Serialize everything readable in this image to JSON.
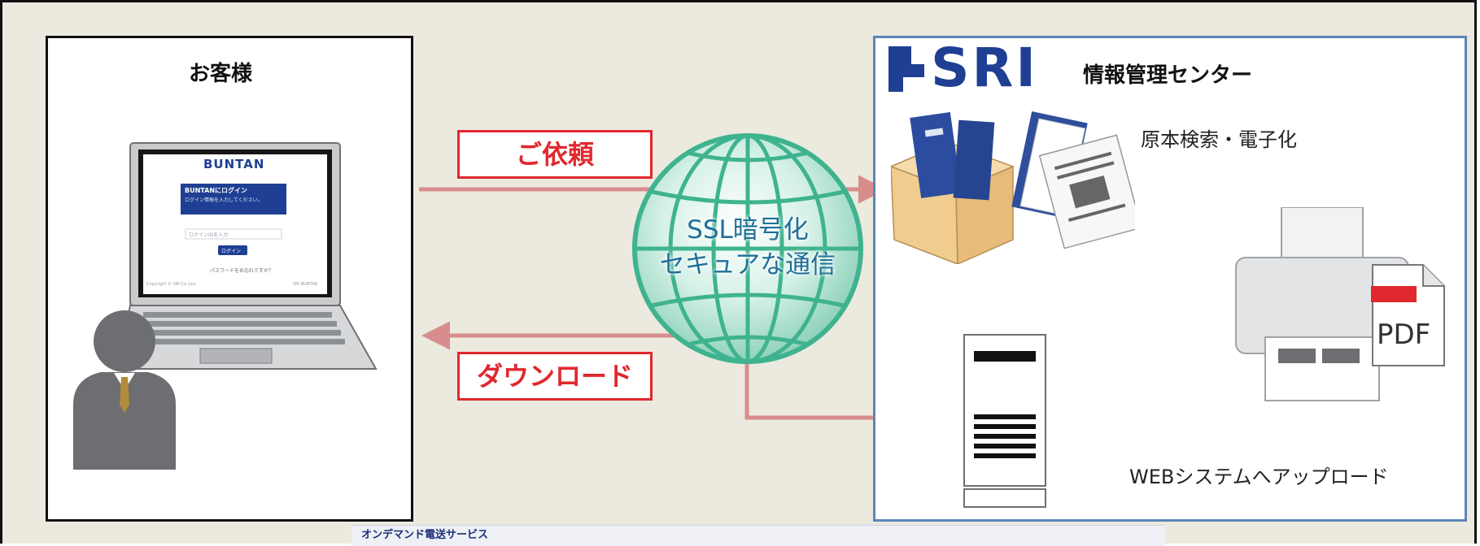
{
  "customer": {
    "title": "お客様"
  },
  "laptop_screen": {
    "brand": "BUNTAN",
    "login_title": "BUNTANにログイン",
    "login_sub": "ログイン情報を入力してください。",
    "input_placeholder": "ログインIDを入力",
    "login_button": "ログイン",
    "forgot": "パスワードをお忘れですか？",
    "footer_left": "Copyright © SRI Co.,Ltd.",
    "footer_right": "SRI BUNTAN"
  },
  "flow": {
    "request_label": "ご依頼",
    "download_label": "ダウンロード",
    "globe_line1": "SSL暗号化",
    "globe_line2": "セキュアな通信"
  },
  "center": {
    "logo_text": "SRI",
    "title": "情報管理センター",
    "step_search": "原本検索・電子化",
    "step_upload": "WEBシステムへアップロード",
    "pdf_label": "PDF"
  },
  "footer_strip": {
    "label": "オンデマンド電送サービス"
  },
  "colors": {
    "background": "#ece9df",
    "accent_red": "#e0282e",
    "arrow_pink": "#d88d8d",
    "globe_green": "#3fb38f",
    "panel_blue": "#5b86b8",
    "logo_navy": "#1e3f93"
  }
}
